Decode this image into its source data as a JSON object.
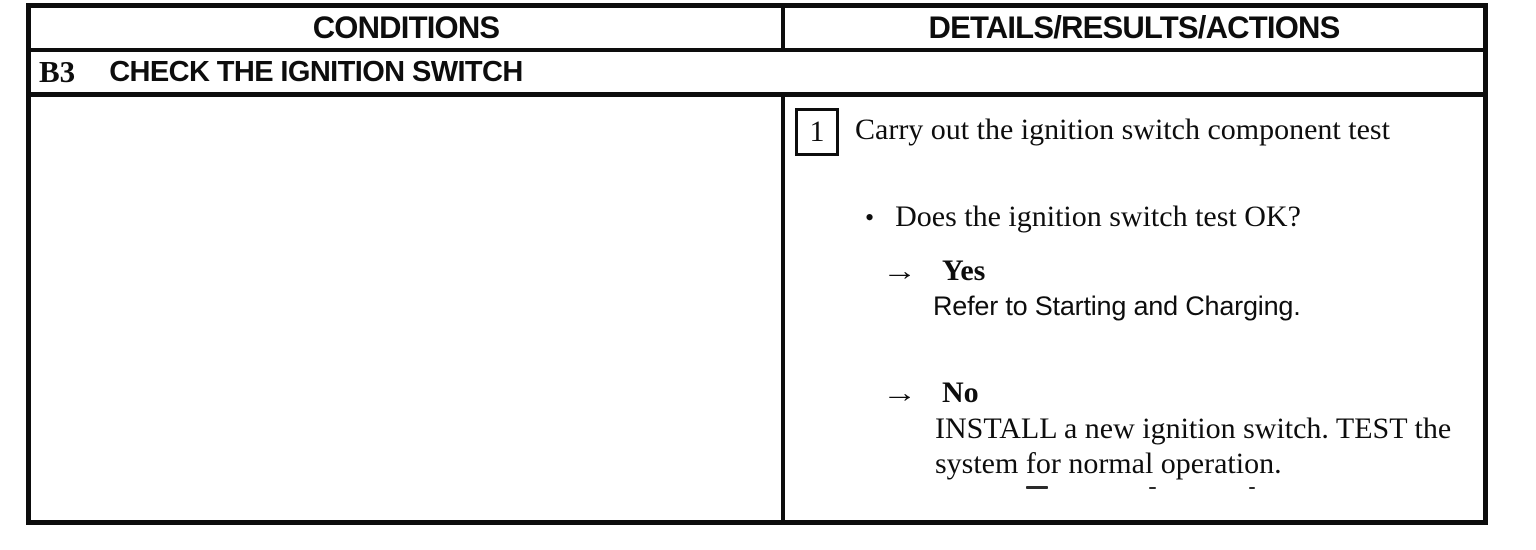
{
  "document": {
    "header": {
      "conditions_label": "CONDITIONS",
      "details_label": "DETAILS/RESULTS/ACTIONS"
    },
    "section": {
      "code": "B3",
      "title": "CHECK THE IGNITION SWITCH"
    },
    "step": {
      "number": "1",
      "instruction": "Carry out the ignition switch component test"
    },
    "question": {
      "bullet": "•",
      "text": "Does the ignition switch test OK?"
    },
    "outcome_yes": {
      "arrow": "→",
      "label": "Yes",
      "lines": [
        "Refer to Starting and Charging."
      ]
    },
    "outcome_no": {
      "arrow": "→",
      "label": "No",
      "lines": [
        "INSTALL a new ignition switch. TEST the",
        "system for normal operation."
      ]
    }
  },
  "colors": {
    "ink": "#0d0d0d",
    "paper": "#ffffff"
  }
}
